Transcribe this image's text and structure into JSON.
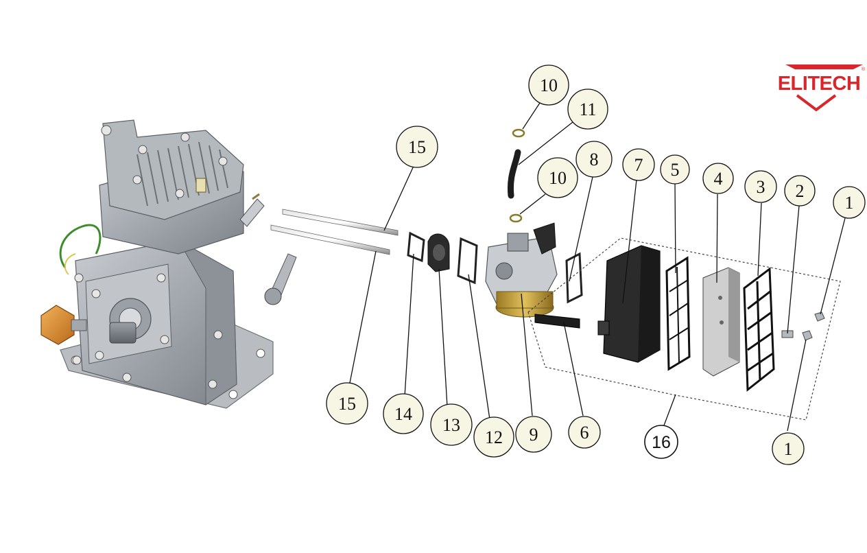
{
  "brand": {
    "name": "ELITECH",
    "trademark": "®",
    "color": "#d8262b"
  },
  "callouts": [
    {
      "id": "c10a",
      "label": "10"
    },
    {
      "id": "c11",
      "label": "11"
    },
    {
      "id": "c10b",
      "label": "10"
    },
    {
      "id": "c15a",
      "label": "15"
    },
    {
      "id": "c15b",
      "label": "15"
    },
    {
      "id": "c8",
      "label": "8"
    },
    {
      "id": "c7",
      "label": "7"
    },
    {
      "id": "c5",
      "label": "5"
    },
    {
      "id": "c4",
      "label": "4"
    },
    {
      "id": "c3",
      "label": "3"
    },
    {
      "id": "c2",
      "label": "2"
    },
    {
      "id": "c1a",
      "label": "1"
    },
    {
      "id": "c1b",
      "label": "1"
    },
    {
      "id": "c14",
      "label": "14"
    },
    {
      "id": "c13",
      "label": "13"
    },
    {
      "id": "c12",
      "label": "12"
    },
    {
      "id": "c9",
      "label": "9"
    },
    {
      "id": "c6",
      "label": "6"
    },
    {
      "id": "c16",
      "label": "16"
    }
  ]
}
